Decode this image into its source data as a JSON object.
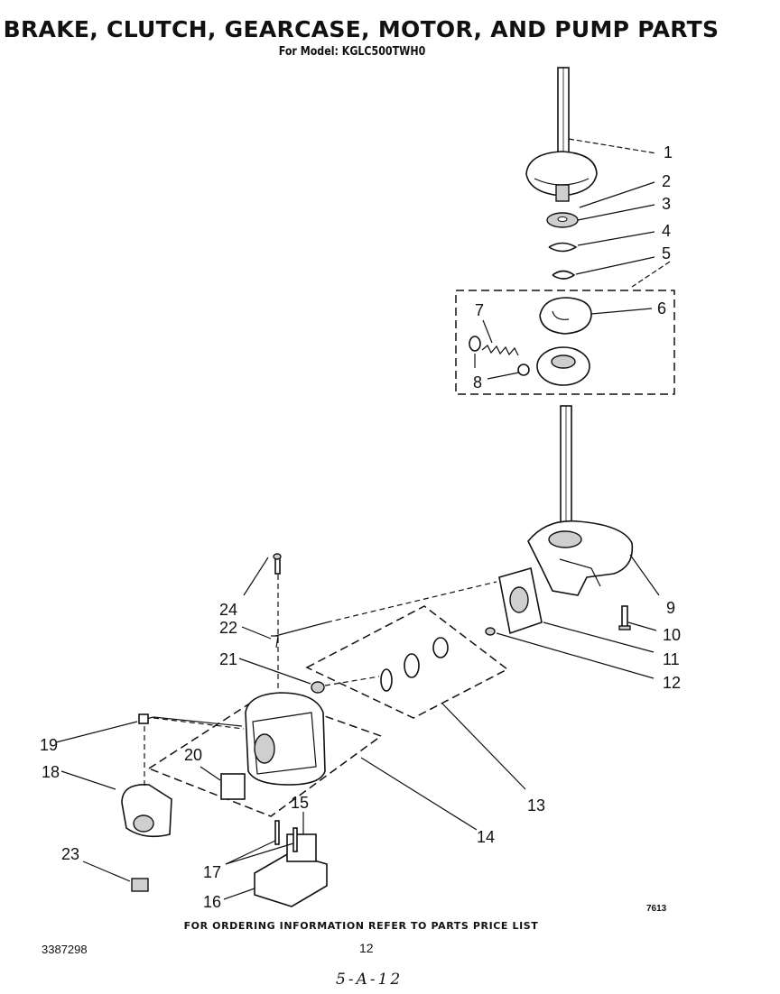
{
  "header": {
    "title": "BRAKE, CLUTCH, GEARCASE, MOTOR, AND PUMP PARTS",
    "model": "For Model: KGLC500TWH0"
  },
  "callouts": [
    "1",
    "2",
    "3",
    "4",
    "5",
    "6",
    "7",
    "8",
    "9",
    "10",
    "11",
    "12",
    "13",
    "14",
    "15",
    "16",
    "17",
    "18",
    "19",
    "20",
    "21",
    "22",
    "23",
    "24"
  ],
  "footer": {
    "ordering_note": "FOR ORDERING INFORMATION REFER TO PARTS PRICE LIST",
    "part_number": "3387298",
    "page_number": "12",
    "diagram_code": "7613",
    "handwritten": "5-A-12"
  }
}
